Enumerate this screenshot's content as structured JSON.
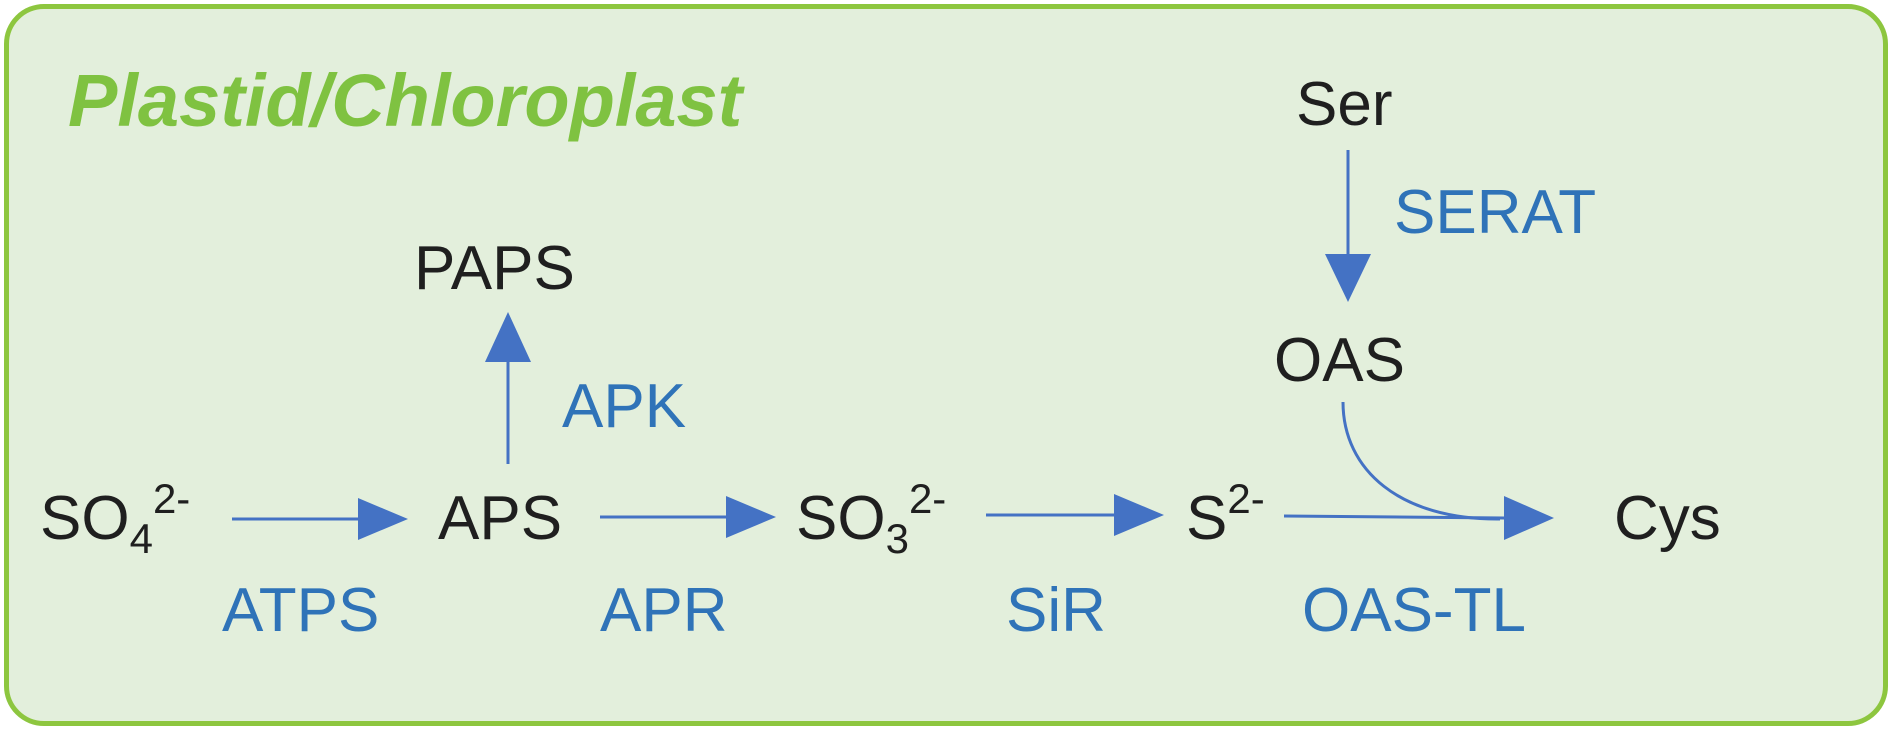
{
  "colors": {
    "panel_border": "#8dc63f",
    "panel_fill": "#e3efdc",
    "title": "#7fc241",
    "metabolite": "#1f1f1f",
    "enzyme": "#2f73b8",
    "arrow": "#4472c4"
  },
  "title": "Plastid/Chloroplast",
  "metabolites": {
    "so4": {
      "base": "SO",
      "sub": "4",
      "sup": "2-"
    },
    "aps": "APS",
    "paps": "PAPS",
    "so3": {
      "base": "SO",
      "sub": "3",
      "sup": "2-"
    },
    "s2": {
      "base": "S",
      "sup": "2-"
    },
    "ser": "Ser",
    "oas": "OAS",
    "cys": "Cys"
  },
  "enzymes": {
    "atps": "ATPS",
    "apr": "APR",
    "apk": "APK",
    "sir": "SiR",
    "serat": "SERAT",
    "oas_tl": "OAS-TL"
  }
}
